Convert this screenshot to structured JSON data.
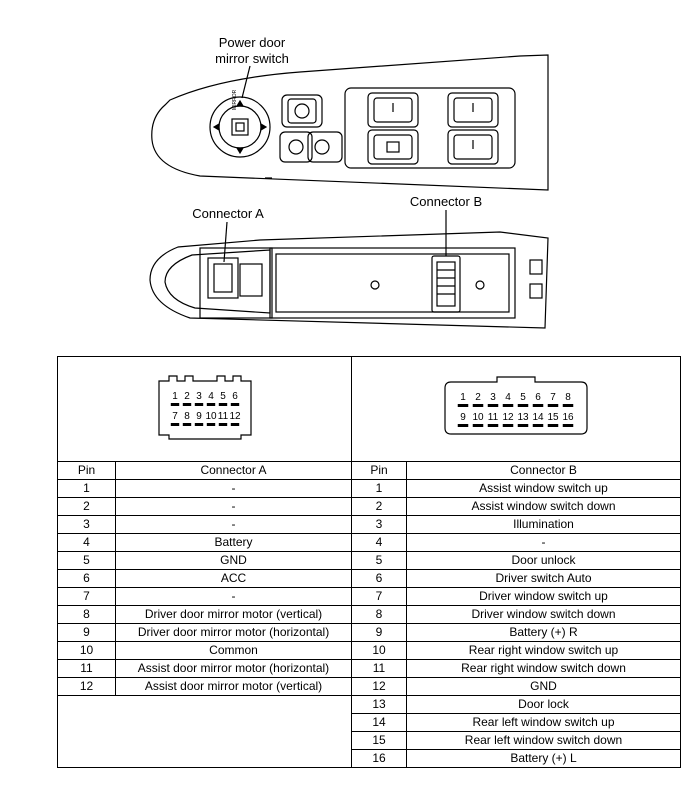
{
  "labels": {
    "power_mirror_switch": [
      "Power door",
      "mirror switch"
    ],
    "connector_a": "Connector A",
    "connector_b": "Connector B",
    "mirror_knob_text": "MIRROR"
  },
  "connector_a_face": {
    "top_row": [
      "1",
      "2",
      "3",
      "4",
      "5",
      "6"
    ],
    "bottom_row": [
      "7",
      "8",
      "9",
      "10",
      "11",
      "12"
    ]
  },
  "connector_b_face": {
    "top_row": [
      "1",
      "2",
      "3",
      "4",
      "5",
      "6",
      "7",
      "8"
    ],
    "bottom_row": [
      "9",
      "10",
      "11",
      "12",
      "13",
      "14",
      "15",
      "16"
    ]
  },
  "table": {
    "headers": {
      "pin_a": "Pin",
      "connector_a": "Connector A",
      "pin_b": "Pin",
      "connector_b": "Connector B"
    },
    "connector_a_rows": [
      {
        "pin": "1",
        "function": "-"
      },
      {
        "pin": "2",
        "function": "-"
      },
      {
        "pin": "3",
        "function": "-"
      },
      {
        "pin": "4",
        "function": "Battery"
      },
      {
        "pin": "5",
        "function": "GND"
      },
      {
        "pin": "6",
        "function": "ACC"
      },
      {
        "pin": "7",
        "function": "-"
      },
      {
        "pin": "8",
        "function": "Driver door mirror motor (vertical)"
      },
      {
        "pin": "9",
        "function": "Driver door mirror motor (horizontal)"
      },
      {
        "pin": "10",
        "function": "Common"
      },
      {
        "pin": "11",
        "function": "Assist door mirror motor (horizontal)"
      },
      {
        "pin": "12",
        "function": "Assist door mirror motor (vertical)"
      }
    ],
    "connector_b_rows": [
      {
        "pin": "1",
        "function": "Assist window switch up"
      },
      {
        "pin": "2",
        "function": "Assist window switch down"
      },
      {
        "pin": "3",
        "function": "Illumination"
      },
      {
        "pin": "4",
        "function": "-"
      },
      {
        "pin": "5",
        "function": "Door unlock"
      },
      {
        "pin": "6",
        "function": "Driver switch Auto"
      },
      {
        "pin": "7",
        "function": "Driver window switch up"
      },
      {
        "pin": "8",
        "function": "Driver window switch down"
      },
      {
        "pin": "9",
        "function": "Battery (+) R"
      },
      {
        "pin": "10",
        "function": "Rear right window switch up"
      },
      {
        "pin": "11",
        "function": "Rear right window switch down"
      },
      {
        "pin": "12",
        "function": "GND"
      },
      {
        "pin": "13",
        "function": "Door lock"
      },
      {
        "pin": "14",
        "function": "Rear left window switch up"
      },
      {
        "pin": "15",
        "function": "Rear left window switch down"
      },
      {
        "pin": "16",
        "function": "Battery (+) L"
      }
    ]
  }
}
